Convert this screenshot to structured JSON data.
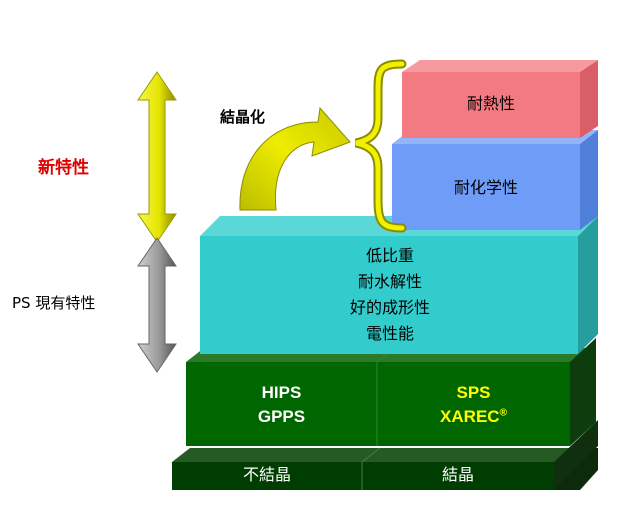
{
  "left_labels": {
    "new_properties": "新特性",
    "existing_properties": "PS 現有特性"
  },
  "crystallization_label": "結晶化",
  "blocks": {
    "heat_resistance": "耐熱性",
    "chemical_resistance": "耐化学性",
    "teal_lines": [
      "低比重",
      "耐水解性",
      "好的成形性",
      "電性能"
    ],
    "left_green_lines": [
      "HIPS",
      "GPPS"
    ],
    "right_green_lines": [
      "SPS",
      "XAREC"
    ],
    "registered_mark": "®"
  },
  "base_labels": {
    "non_crystalline": "不結晶",
    "crystalline": "結晶"
  },
  "colors": {
    "new_properties_text": "#e00000",
    "heat_block": "#f47a82",
    "chem_block": "#6f9cf6",
    "teal_block": "#33cccc",
    "green_block": "#006600",
    "base_block": "#003d00",
    "yellow_arrow": "#e8e800",
    "gray_arrow": "#9a9a9a",
    "sps_text": "#ffff00"
  }
}
